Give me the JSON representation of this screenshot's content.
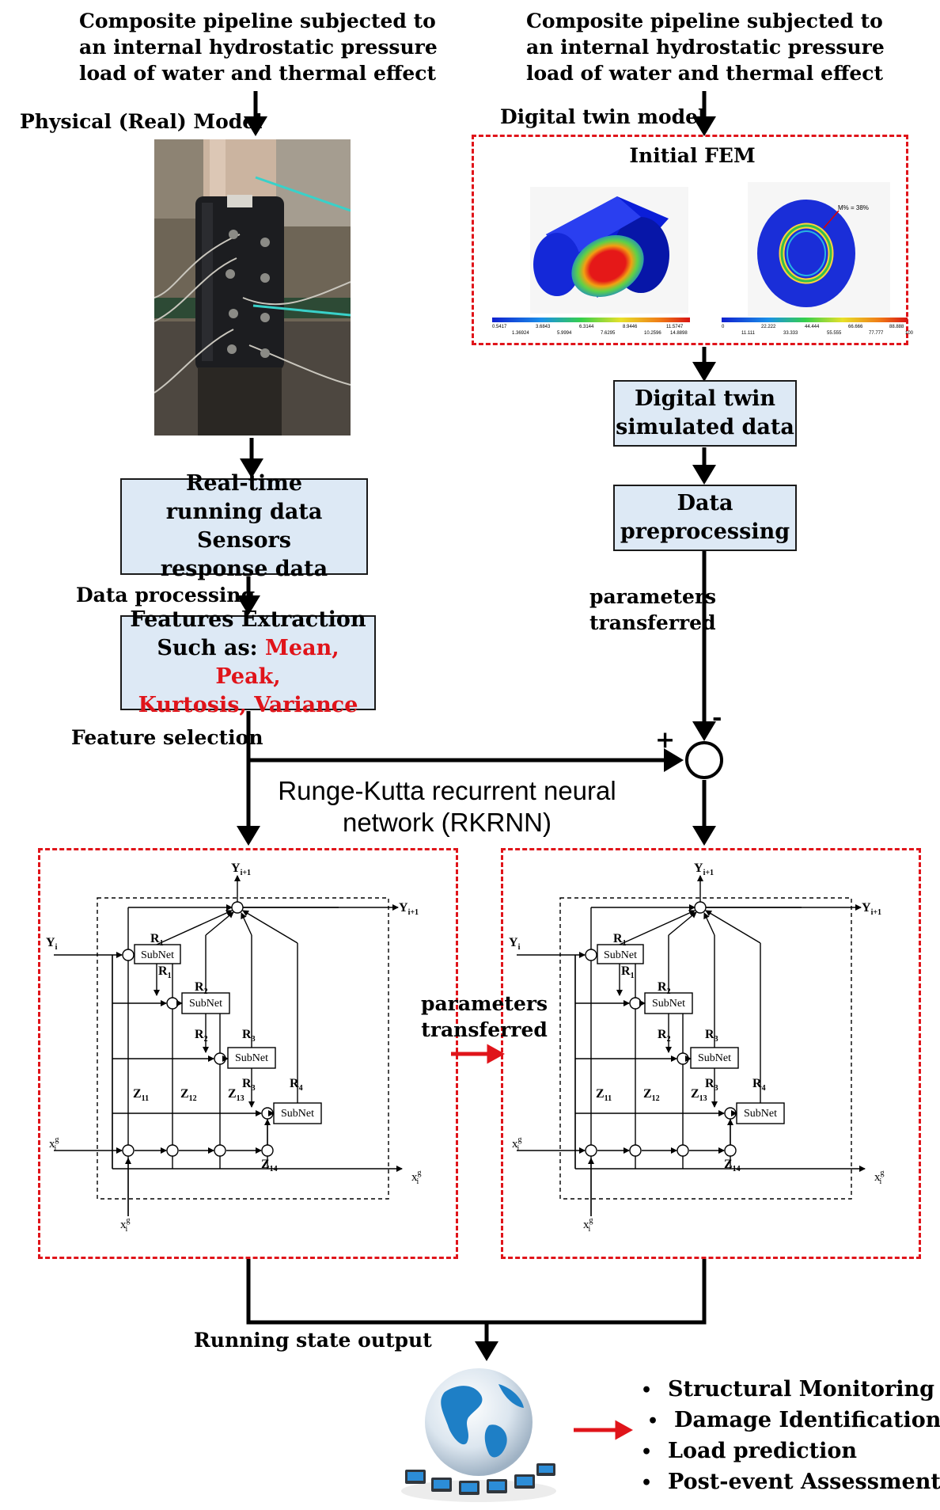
{
  "header": {
    "left_load": [
      "Composite pipeline subjected to",
      "an internal hydrostatic pressure",
      "load of water and thermal effect"
    ],
    "right_load": [
      "Composite pipeline subjected to",
      "an internal hydrostatic pressure",
      "load of water and thermal effect"
    ]
  },
  "labels": {
    "physical_model": "Physical (Real) Model",
    "digital_twin_model": "Digital twin model",
    "initial_fem": "Initial FEM",
    "data_processing": "Data processing",
    "feature_selection": "Feature selection",
    "parameters_transferred_top": [
      "parameters",
      "transferred"
    ],
    "parameters_transferred_mid": [
      "parameters",
      "transferred"
    ],
    "rkrnn_title": [
      "Runge-Kutta recurrent neural",
      "network (RKRNN)"
    ],
    "running_state_output": "Running state output",
    "plus": "+",
    "minus": "-"
  },
  "boxes": {
    "realtime": [
      "Real-time",
      "running data Sensors",
      "response data"
    ],
    "features_line1": "Features Extraction",
    "features_line2_prefix": "Such as: ",
    "features_line2_red": "Mean, Peak,",
    "features_line3_red": "Kurtosis, Variance",
    "dt_simulated": [
      "Digital twin",
      "simulated data"
    ],
    "data_preprocessing": [
      "Data",
      "preprocessing"
    ]
  },
  "fem": {
    "legend1_top": [
      "0.5417",
      "3.6843",
      "6.3144",
      "8.9446",
      "11.5747"
    ],
    "legend1_bottom": [
      "1.36924",
      "5.9994",
      "7.6295",
      "10.2596",
      "14.8898"
    ],
    "legend2_top": [
      "0",
      "22.222",
      "44.444",
      "66.666",
      "88.888"
    ],
    "legend2_bottom": [
      "11.111",
      "33.333",
      "55.555",
      "77.777",
      "100"
    ],
    "annotation": "M% = 38%"
  },
  "network": {
    "y_next": "Y",
    "y_next_sub": "i+1",
    "y_in": "Y",
    "y_in_sub": "i",
    "subnet": "SubNet",
    "r": [
      "R1",
      "R1",
      "R2",
      "R2",
      "R3",
      "R3",
      "R4"
    ],
    "z": [
      "Z11",
      "Z12",
      "Z13",
      "Z14"
    ],
    "x_in": "x",
    "x_sup": "g",
    "x_sub": "i"
  },
  "outcomes": [
    "Structural Monitoring",
    "Damage Identification",
    "Load prediction",
    "Post-event Assessment"
  ],
  "colors": {
    "accent_red": "#e0141a",
    "box_fill": "#dde9f5",
    "arrow": "#000000"
  }
}
